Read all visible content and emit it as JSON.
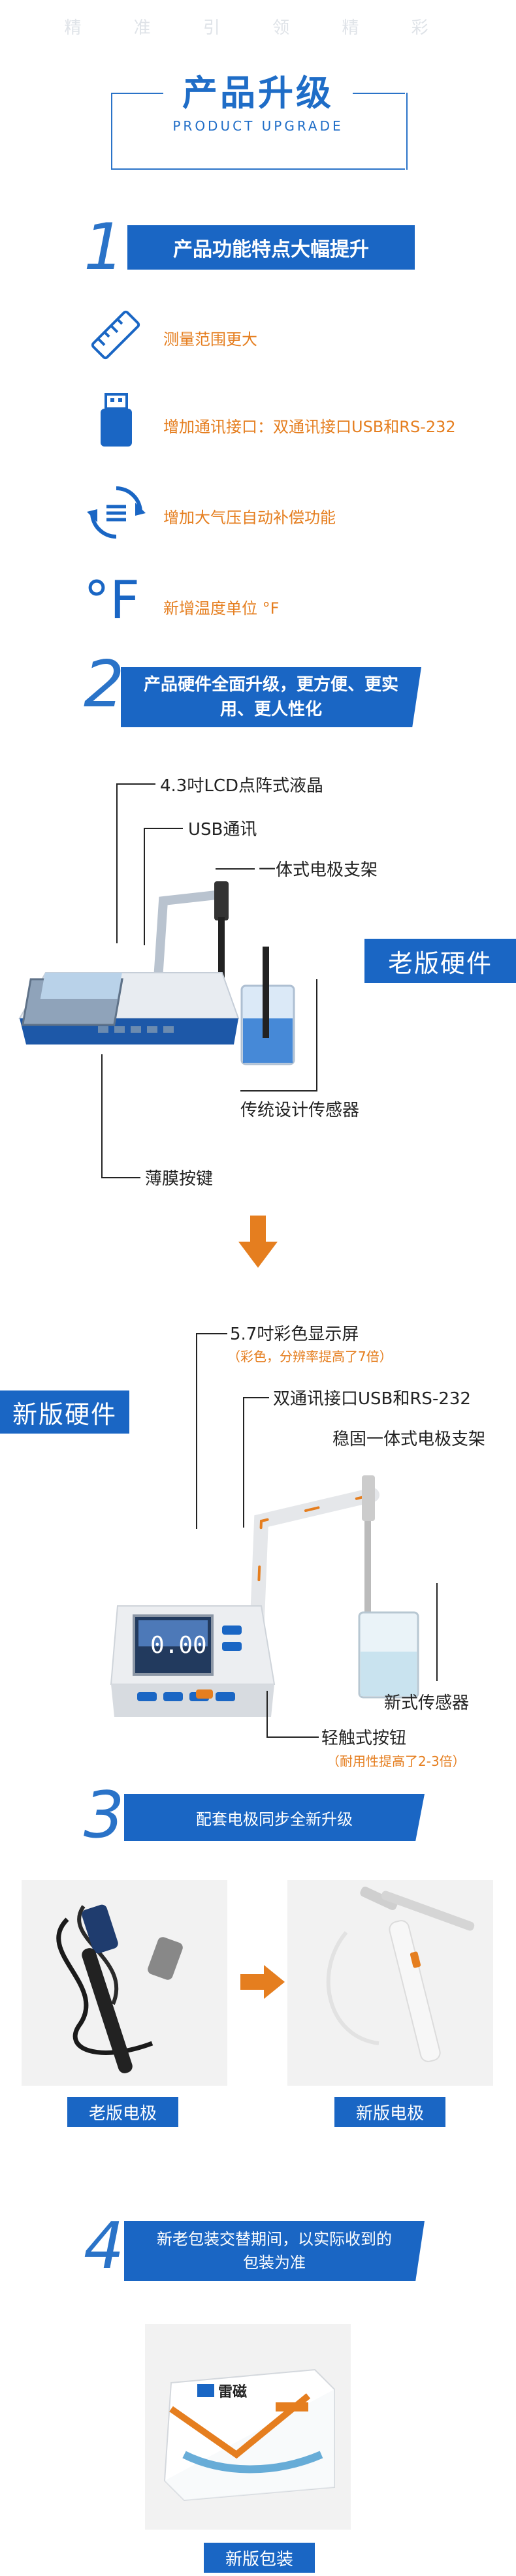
{
  "header": {
    "tagline": "精 准 引 领 精 彩",
    "title": "产品升级",
    "subtitle": "PRODUCT UPGRADE"
  },
  "section1": {
    "number": "1",
    "heading": "产品功能特点大幅提升",
    "features": [
      {
        "icon": "ruler-icon",
        "text": "测量范围更大"
      },
      {
        "icon": "usb-icon",
        "text": "增加通讯接口：双通讯接口USB和RS-232"
      },
      {
        "icon": "refresh-icon",
        "text": "增加大气压自动补偿功能"
      },
      {
        "icon": "fahrenheit-icon",
        "text": "新增温度单位 °F"
      }
    ],
    "fahrenheit_symbol": "°F"
  },
  "section2": {
    "number": "2",
    "heading": "产品硬件全面升级，更方便、更实用、更人性化",
    "old": {
      "tag": "老版硬件",
      "labels": {
        "lcd": "4.3吋LCD点阵式液晶",
        "usb": "USB通讯",
        "stand": "一体式电极支架",
        "sensor": "传统设计传感器",
        "keys": "薄膜按键"
      }
    },
    "new": {
      "tag": "新版硬件",
      "labels": {
        "screen": "5.7吋彩色显示屏",
        "screen_note": "（彩色，分辨率提高了7倍）",
        "ports": "双通讯接口USB和RS-232",
        "stand": "稳固一体式电极支架",
        "sensor": "新式传感器",
        "keys": "轻触式按钮",
        "keys_note": "（耐用性提高了2-3倍）"
      },
      "screen_reading": "0.00"
    }
  },
  "section3": {
    "number": "3",
    "heading": "配套电极同步全新升级",
    "old_caption": "老版电极",
    "new_caption": "新版电极"
  },
  "section4": {
    "number": "4",
    "heading": "新老包装交替期间，以实际收到的包装为准",
    "caption": "新版包装",
    "box_brand": "雷磁"
  },
  "colors": {
    "brand_blue": "#1a66c4",
    "accent_orange": "#e57e1f"
  }
}
